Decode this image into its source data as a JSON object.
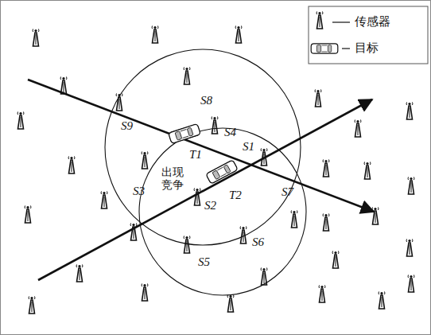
{
  "diagram": {
    "labels": [
      "S8",
      "S9",
      "S4",
      "S1",
      "T1",
      "出现 竞争",
      "S3",
      "S2",
      "T2",
      "S7",
      "S6",
      "S5"
    ],
    "legend": [
      {
        "text": "传感器"
      },
      {
        "text": "目标"
      }
    ]
  }
}
